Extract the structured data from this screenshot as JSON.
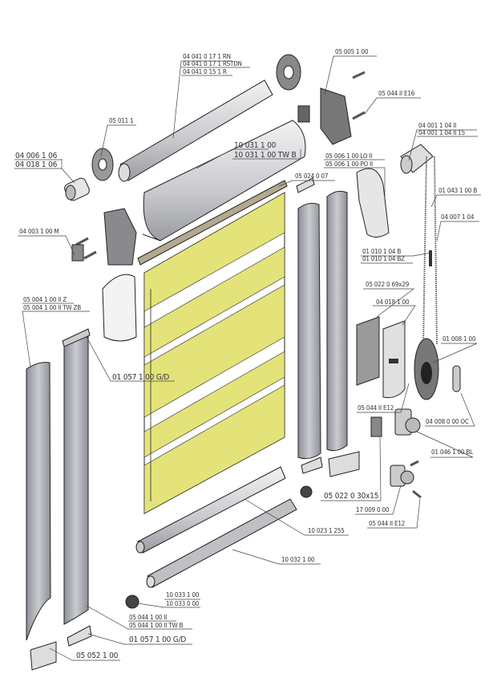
{
  "colors": {
    "fabric": "#e4e37a",
    "metal": "#a9acb2",
    "light_metal": "#dcdde2",
    "outline": "#222222"
  },
  "labels": {
    "tube_1": "04 041 0 17 1 RN",
    "tube_2": "04 041 0 17 1 RSTDN",
    "tube_3": "04 041 0 15 1 R",
    "bracket_right": "05 005 1 00",
    "screw_e16": "05 044 II E16",
    "washer": "05 011 1",
    "clutch_1": "04 001 1 04 II",
    "clutch_2": "04 001 1 04 II 15",
    "endplug_1": "04 006 1 06",
    "endplug_2": "04 018 1 06",
    "cassette_1": "10 031 1 00",
    "cassette_2": "10 031 1 00 TW B",
    "endcap_1": "05 006 1 00 LO II",
    "endcap_2": "05 006 1 00 PO II",
    "tape": "05 024 0 07",
    "chain_connector": "01 043 1 00 B",
    "chain": "04 007 1 04",
    "bracket_left": "04 003 1 00 M",
    "stopper_1": "01 010 1 04 B",
    "stopper_2": "01 010 1 04 BZ",
    "guide_left_1": "05 004 1 00 II Z",
    "guide_left_2": "05 004 1 00 II TW ZB",
    "adhesive_large": "05 022 0 69x29",
    "tensioner": "04 018 1 00",
    "weight": "01 008 1 00",
    "clip_top": "01 057 1 00 G/D",
    "screw_e12_a": "05 044 II E12",
    "pin": "04 008 0 00 OC",
    "holder": "01 046 1 00 BL",
    "adhesive_small": "05 022 0 30x15",
    "holder_small": "17 009 0 00",
    "screw_e12_b": "05 044 II E12",
    "bottom_bar": "10 023 1 255",
    "bottom_tube": "10 032 1 00",
    "bar_cap_1": "10 033 1 00",
    "bar_cap_2": "10 033 0 00",
    "guide_right_1": "05 044 1 00 II",
    "guide_right_2": "05 044 1 00 II TW B",
    "clip_bottom": "01 057 1 00 G/D",
    "foot_cap": "05 052 1 00"
  }
}
